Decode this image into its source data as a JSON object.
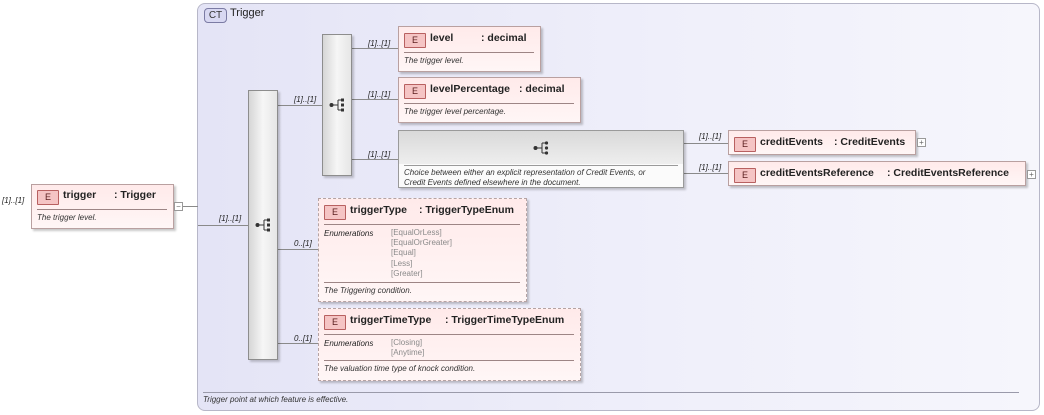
{
  "complex_type": {
    "badge": "CT",
    "name": "Trigger",
    "documentation": "Trigger point at which feature is effective."
  },
  "root": {
    "cardinality": "[1]..[1]",
    "badge": "E",
    "name": "trigger",
    "type": ": Trigger",
    "documentation": "The trigger level.",
    "collapse": "−"
  },
  "outer_sequence": {
    "cardinality": "[1]..[1]",
    "icon": "sequence-icon"
  },
  "inner_sequence": {
    "cardinality": "[1]..[1]",
    "icon": "sequence-icon"
  },
  "level": {
    "cardinality": "[1]..[1]",
    "badge": "E",
    "name": "level",
    "type": ": decimal",
    "documentation": "The trigger level."
  },
  "level_percentage": {
    "cardinality": "[1]..[1]",
    "badge": "E",
    "name": "levelPercentage",
    "type": ": decimal",
    "documentation": "The trigger level percentage."
  },
  "choice": {
    "cardinality": "[1]..[1]",
    "icon": "choice-icon",
    "documentation_line1": "Choice between either an explicit representation of Credit Events, or",
    "documentation_line2": "Credit Events defined elsewhere in the document."
  },
  "credit_events": {
    "cardinality": "[1]..[1]",
    "badge": "E",
    "name": "creditEvents",
    "type": ": CreditEvents",
    "expand": "+"
  },
  "credit_events_reference": {
    "cardinality": "[1]..[1]",
    "badge": "E",
    "name": "creditEventsReference",
    "type": ": CreditEventsReference",
    "expand": "+"
  },
  "trigger_type": {
    "cardinality": "0..[1]",
    "badge": "E",
    "name": "triggerType",
    "type": ": TriggerTypeEnum",
    "enumerations_label": "Enumerations",
    "enumerations": [
      "[EqualOrLess]",
      "[EqualOrGreater]",
      "[Equal]",
      "[Less]",
      "[Greater]"
    ],
    "documentation": "The Triggering condition."
  },
  "trigger_time_type": {
    "cardinality": "0..[1]",
    "badge": "E",
    "name": "triggerTimeType",
    "type": ": TriggerTimeTypeEnum",
    "enumerations_label": "Enumerations",
    "enumerations": [
      "[Closing]",
      "[Anytime]"
    ],
    "documentation": "The valuation time type of knock condition."
  }
}
